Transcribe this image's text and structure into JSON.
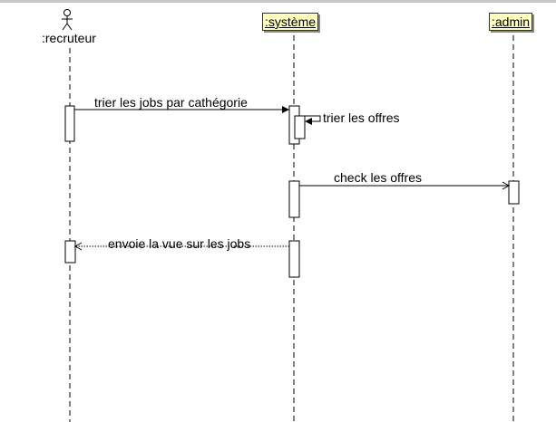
{
  "participants": {
    "recruteur": {
      "label": ":recruteur",
      "kind": "actor"
    },
    "systeme": {
      "label": ":système",
      "kind": "object"
    },
    "admin": {
      "label": ":admin",
      "kind": "object"
    }
  },
  "messages": {
    "m1": {
      "text": "trier les jobs par cathégorie",
      "from": "recruteur",
      "to": "systeme",
      "style": "sync"
    },
    "m2": {
      "text": "trier les offres",
      "from": "systeme",
      "to": "systeme",
      "style": "self"
    },
    "m3": {
      "text": "check les offres",
      "from": "systeme",
      "to": "admin",
      "style": "async"
    },
    "m4": {
      "text": "envoie la vue sur les jobs",
      "from": "systeme",
      "to": "recruteur",
      "style": "return"
    }
  },
  "colors": {
    "object_fill": "#ffffc0",
    "line": "#000000",
    "top_border": "#c8c8c8"
  }
}
